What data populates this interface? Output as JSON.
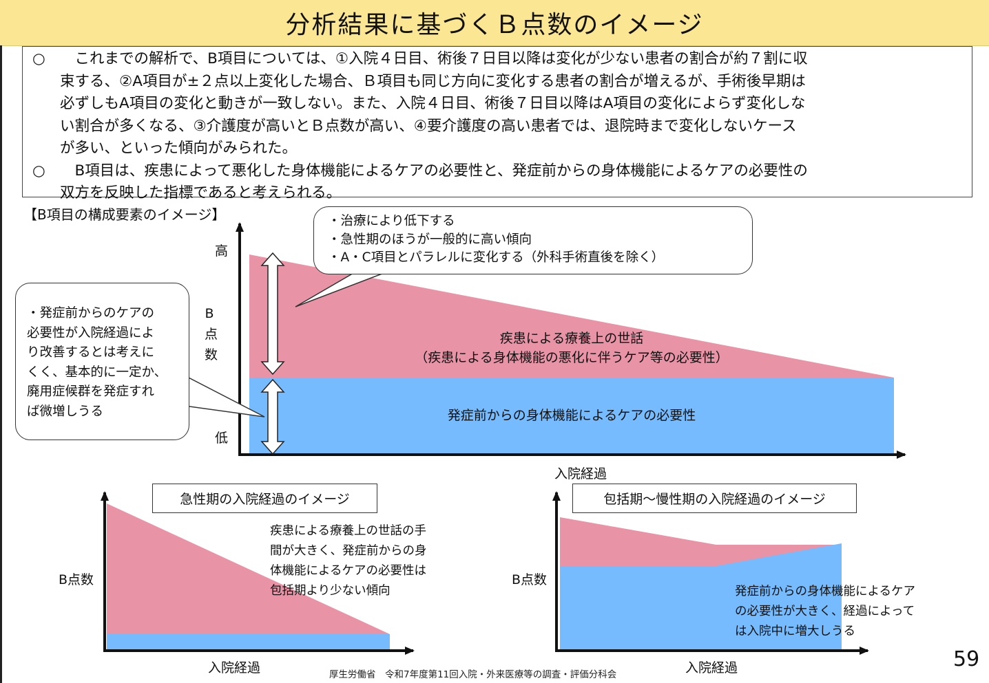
{
  "title": "分析結果に基づくＢ点数のイメージ",
  "summary": {
    "bullets": [
      {
        "mark": "○",
        "lines": [
          "　これまでの解析で、B項目については、①入院４日目、術後７日目以降は変化が少ない患者の割合が約７割に収",
          "束する、②A項目が±２点以上変化した場合、Ｂ項目も同じ方向に変化する患者の割合が増えるが、手術後早期は",
          "必ずしもA項目の変化と動きが一致しない。また、入院４日目、術後７日目以降はA項目の変化によらず変化しな",
          "い割合が多くなる、③介護度が高いとＢ点数が高い、④要介護度の高い患者では、退院時まで変化しないケース",
          "が多い、といった傾向がみられた。"
        ]
      },
      {
        "mark": "○",
        "lines": [
          "　B項目は、疾患によって悪化した身体機能によるケアの必要性と、発症前からの身体機能によるケアの必要性の",
          "双方を反映した指標であると考えられる。"
        ]
      }
    ]
  },
  "main_diagram": {
    "section_label": "【B項目の構成要素のイメージ】",
    "callout_top": [
      "・治療により低下する",
      "・急性期のほうが一般的に高い傾向",
      "・A・C項目とパラレルに変化する（外科手術直後を除く）"
    ],
    "callout_left": [
      "・発症前からのケアの",
      "必要性が入院経過によ",
      "り改善するとは考えに",
      "くく、基本的に一定か、",
      "廃用症候群を発症すれ",
      "ば微増しうる"
    ],
    "y_high": "高",
    "y_label_chars": [
      "B",
      "点",
      "数"
    ],
    "y_low": "低",
    "x_label": "入院経過",
    "pink_label": [
      "疾患による療養上の世話",
      "（疾患による身体機能の悪化に伴うケア等の必要性）"
    ],
    "blue_label": "発症前からの身体機能によるケアの必要性"
  },
  "acute": {
    "title": "急性期の入院経過のイメージ",
    "y_label": "B点数",
    "x_label": "入院経過",
    "note": [
      "疾患による療養上の世話の手",
      "間が大きく、発症前からの身",
      "体機能によるケアの必要性は",
      "包括期より少ない傾向"
    ]
  },
  "chronic": {
    "title": "包括期～慢性期の入院経過のイメージ",
    "y_label": "B点数",
    "x_label": "入院経過",
    "note": [
      "発症前からの身体機能によるケア",
      "の必要性が大きく、経過によって",
      "は入院中に増大しうる"
    ]
  },
  "colors": {
    "pink": "#e894a6",
    "blue": "#75bbfd",
    "title_bg": "#fbe694"
  },
  "footer": "厚生労働省　令和7年度第11回入院・外来医療等の調査・評価分科会",
  "page_number": "59"
}
